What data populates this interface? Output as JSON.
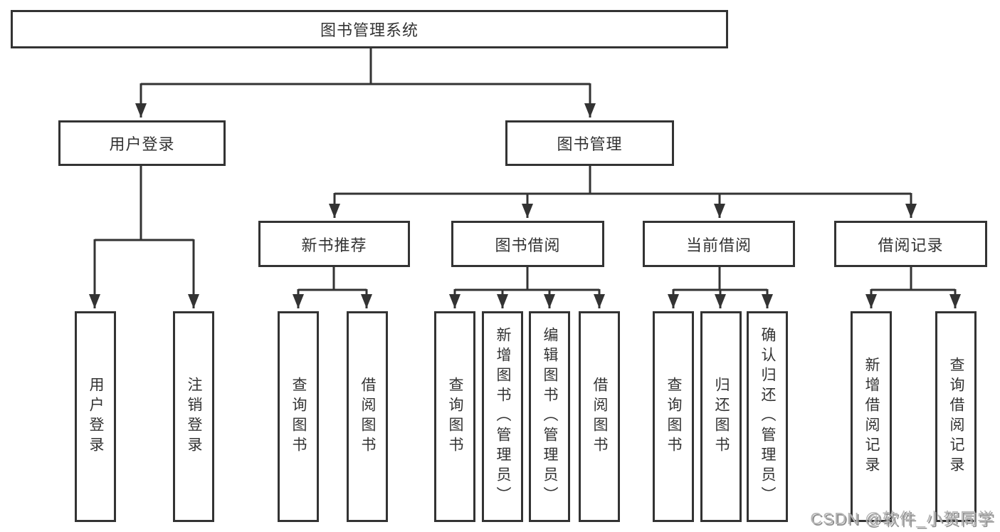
{
  "diagram_title": "图书管理系统",
  "nodes": {
    "root": "图书管理系统",
    "user_login": "用户登录",
    "book_mgmt": "图书管理",
    "new_book": "新书推荐",
    "book_borrow": "图书借阅",
    "current_borrow": "当前借阅",
    "borrow_records": "借阅记录",
    "leaf_user_login": "用户登录",
    "leaf_logout": "注销登录",
    "leaf_nb_query": "查询图书",
    "leaf_nb_borrow": "借阅图书",
    "leaf_bb_query": "查询图书",
    "leaf_bb_add": "新增图书（管理员）",
    "leaf_bb_edit": "编辑图书（管理员）",
    "leaf_bb_borrow": "借阅图书",
    "leaf_cb_query": "查询图书",
    "leaf_cb_return": "归还图书",
    "leaf_cb_confirm": "确认归还（管理员）",
    "leaf_rec_add": "新增借阅记录",
    "leaf_rec_query": "查询借阅记录"
  },
  "watermark": "CSDN @软件_小贺同学",
  "colors": {
    "line": "#333333",
    "border": "#333333",
    "text": "#333333",
    "watermark": "#b5b5b5",
    "background": "#ffffff"
  }
}
